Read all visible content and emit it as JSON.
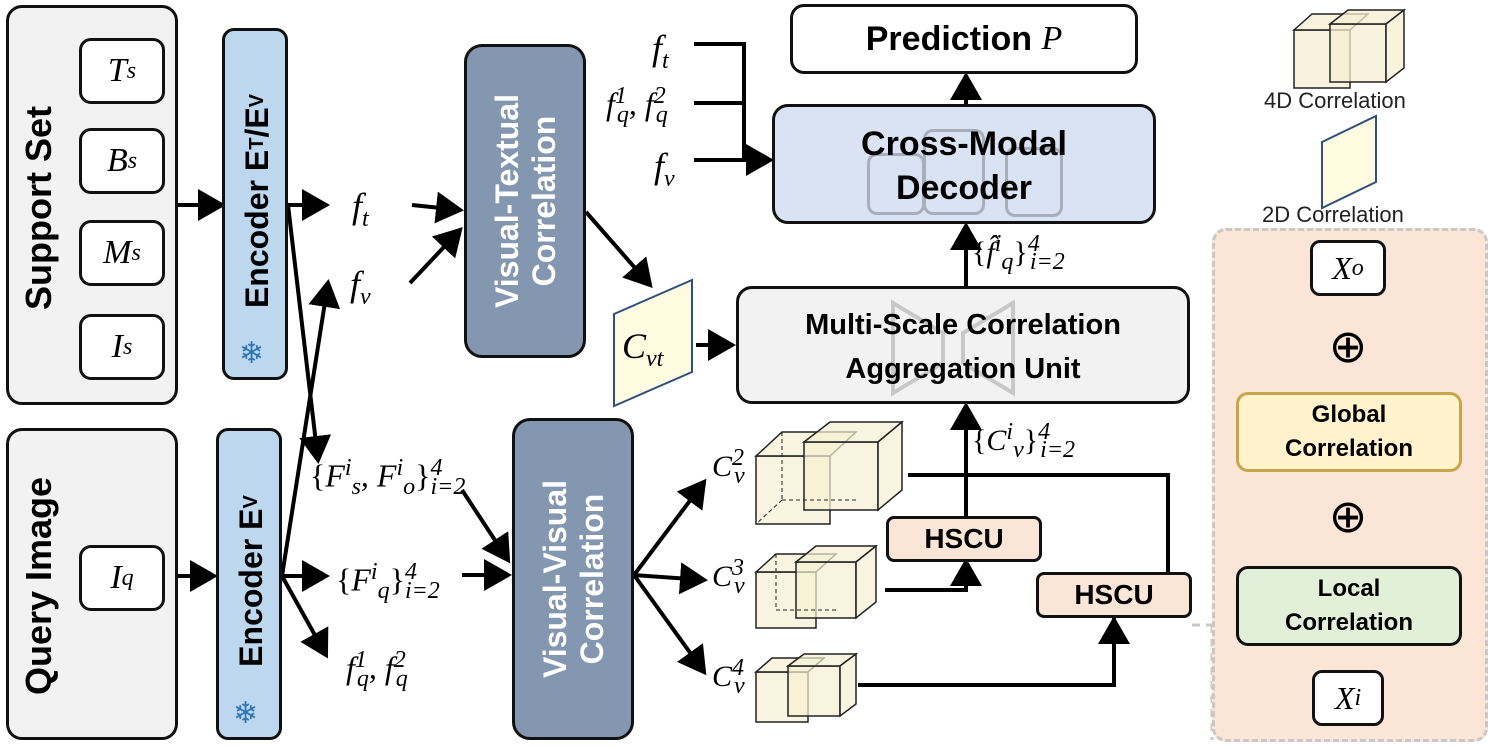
{
  "support_set": {
    "title": "Support Set",
    "items": [
      {
        "base": "T",
        "sub": "s"
      },
      {
        "base": "B",
        "sub": "s"
      },
      {
        "base": "M",
        "sub": "s"
      },
      {
        "base": "I",
        "sub": "s"
      }
    ]
  },
  "query_image": {
    "title": "Query Image",
    "item": {
      "base": "I",
      "sub": "q"
    }
  },
  "encoders": {
    "support_label": "Encoder E",
    "support_sub1": "T",
    "support_slash": "/E",
    "support_sub2": "V",
    "query_label": "Encoder E",
    "query_sub": "V",
    "frozen_icon": "snowflake-icon"
  },
  "features": {
    "ft": {
      "base": "f",
      "sub": "t"
    },
    "fv": {
      "base": "f",
      "sub": "v"
    },
    "fs_fo": {
      "open": "{",
      "a": "F",
      "a_sub": "s",
      "a_sup": "i",
      "sep": ", ",
      "b": "F",
      "b_sub": "o",
      "b_sup": "i",
      "close": "}",
      "range_sup": "4",
      "range_sub": "i=2"
    },
    "fq_i": {
      "open": "{",
      "a": "F",
      "a_sub": "q",
      "a_sup": "i",
      "close": "}",
      "range_sup": "4",
      "range_sub": "i=2"
    },
    "fq12": {
      "a": "f",
      "a_sub": "q",
      "a_sup": "1",
      "sep": ", ",
      "b": "f",
      "b_sub": "q",
      "b_sup": "2"
    }
  },
  "blocks": {
    "visual_textual": "Visual-Textual Correlation",
    "visual_visual": "Visual-Visual Correlation",
    "prediction_label": "Prediction ",
    "prediction_var": "P",
    "decoder_line1": "Cross-Modal",
    "decoder_line2": "Decoder",
    "multi_scale_line1": "Multi-Scale Correlation",
    "multi_scale_line2": "Aggregation Unit",
    "hscu_1": "HSCU",
    "hscu_2": "HSCU"
  },
  "decoder_inputs": {
    "ft": {
      "base": "f",
      "sub": "t"
    },
    "fq12": {
      "a": "f",
      "a_sub": "q",
      "a_sup": "1",
      "sep": ", ",
      "b": "f",
      "b_sub": "q",
      "b_sup": "2"
    },
    "fv": {
      "base": "f",
      "sub": "v"
    }
  },
  "correlations": {
    "cvt": {
      "base": "C",
      "sub": "vt"
    },
    "cv2": {
      "base": "C",
      "sub": "v",
      "sup": "2"
    },
    "cv3": {
      "base": "C",
      "sub": "v",
      "sup": "3"
    },
    "cv4": {
      "base": "C",
      "sub": "v",
      "sup": "4"
    },
    "cv_set": {
      "open": "{",
      "base": "C",
      "sub": "v",
      "sup": "i",
      "close": "}",
      "range_sup": "4",
      "range_sub": "i=2"
    },
    "fhat_set": {
      "open": "{",
      "base": "f̂",
      "sub": "q",
      "sup": "i",
      "close": "}",
      "range_sup": "4",
      "range_sub": "i=2"
    }
  },
  "legend": {
    "corr4d": "4D Correlation",
    "corr2d": "2D Correlation"
  },
  "hscu_detail": {
    "output": {
      "base": "X",
      "sub": "o"
    },
    "input": {
      "base": "X",
      "sub": "i"
    },
    "global_line1": "Global",
    "global_line2": "Correlation",
    "local_line1": "Local",
    "local_line2": "Correlation",
    "sum_symbol": "⊕"
  },
  "colors": {
    "panel_fill": "#f2f2f2",
    "encoder_fill": "#bdd7ee",
    "correlation_block": "#8497b0",
    "decoder_fill": "#dae3f3",
    "hscu_fill": "#fbe5d6",
    "detail_bg": "#fbe5d6",
    "global_fill": "#fff2cc",
    "global_border": "#c9a54a",
    "local_fill": "#e2f0d9",
    "corr2d_fill": "#fffbe0",
    "cube_fill": "#f7efd2"
  }
}
